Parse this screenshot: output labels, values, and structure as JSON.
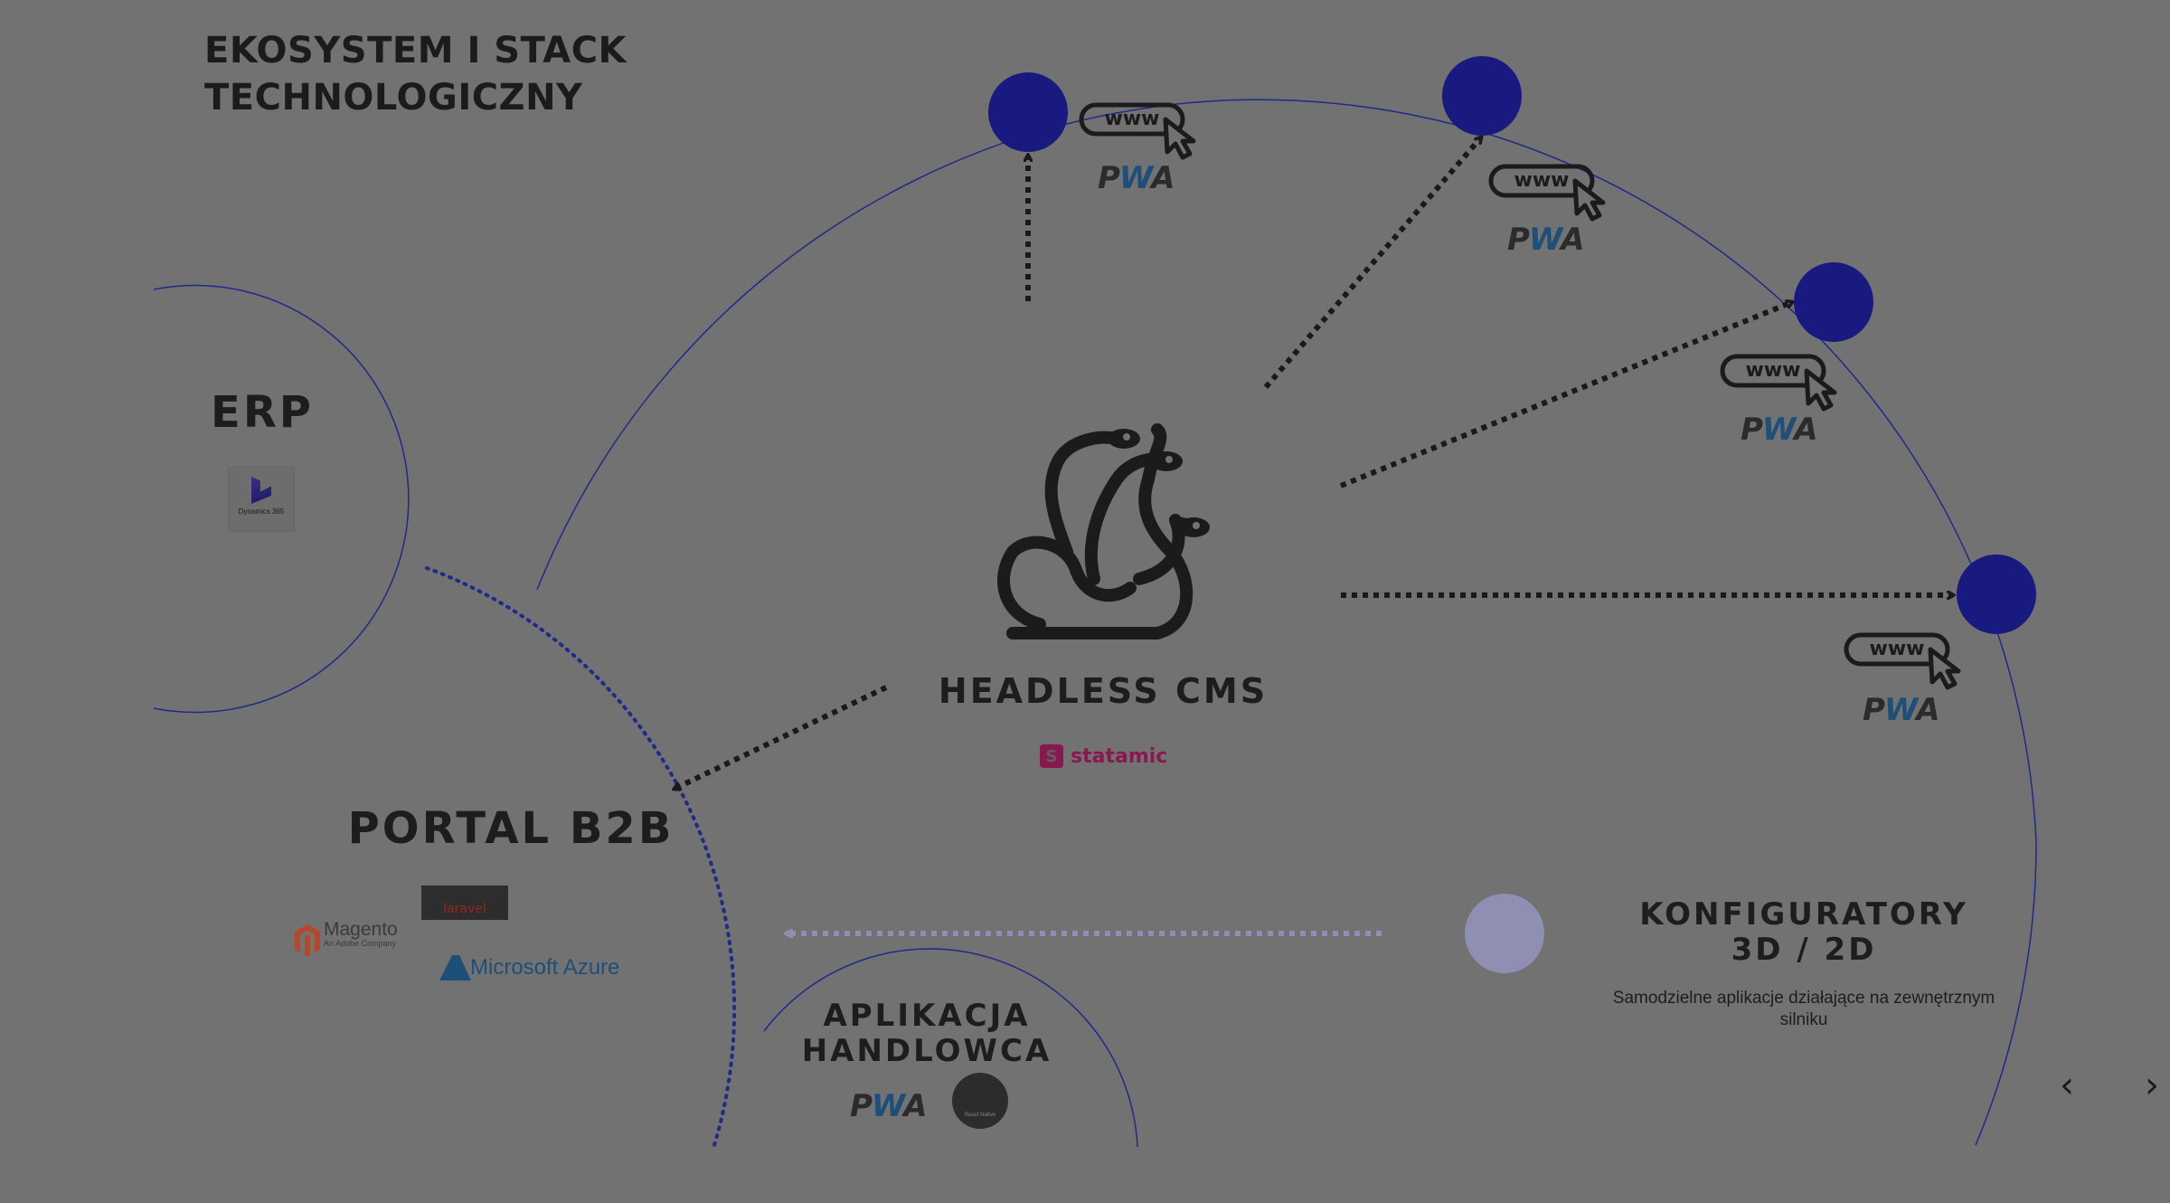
{
  "title": "EKOSYSTEM I STACK TECHNOLOGICZNY",
  "nodes": {
    "erp": {
      "label": "ERP",
      "logo": "Dynamics 365"
    },
    "cms": {
      "label": "HEADLESS CMS",
      "logo": "statamic",
      "logo_mark": "S",
      "icon": "hydra-icon"
    },
    "portal": {
      "label": "PORTAL B2B",
      "logos": [
        "Magento",
        "An Adobe Company",
        "laravel",
        "Microsoft Azure"
      ]
    },
    "app": {
      "label": "APLIKACJA HANDLOWCA",
      "logos": [
        "PWA",
        "React Native"
      ]
    },
    "konf": {
      "label": "KONFIGURATORY 3D / 2D",
      "description": "Samodzielne aplikacje działające na zewnętrznym silniku"
    }
  },
  "channel": {
    "url_text": "www",
    "logo_p": "P",
    "logo_w": "W",
    "logo_a": "A"
  },
  "navigation": {
    "prev": "‹",
    "next": "›"
  },
  "colors": {
    "background": "#727272",
    "node_fill": "#181a80",
    "node_faded": "#8e8fb3",
    "ring": "#1f2a8a",
    "arrow": "#1a1a1a",
    "faded_arrow": "#8e8fb3",
    "statamic": "#8a1850"
  }
}
